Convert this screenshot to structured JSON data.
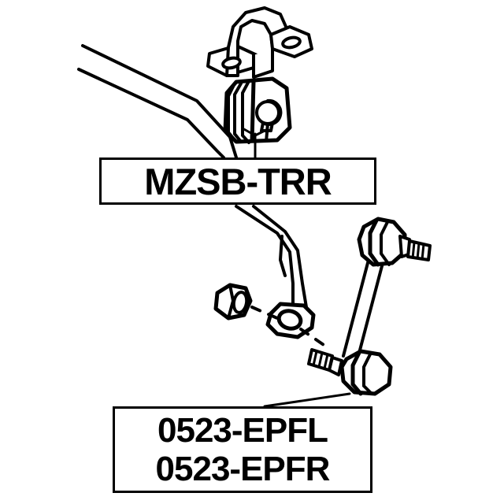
{
  "diagram": {
    "title": "Stabilizer bar bushing and link parts diagram",
    "background_color": "#ffffff",
    "line_color": "#000000",
    "labels": {
      "bushing": {
        "part_number": "MZSB-TRR",
        "describes": "stabilizer-bar-bushing"
      },
      "link": {
        "part_number_left": "0523-EPFL",
        "part_number_right": "0523-EPFR",
        "describes": "stabilizer-link-assembly"
      }
    },
    "components": [
      {
        "name": "mounting-bracket",
        "description": "U-shaped stabilizer bar clamp bracket with two bolt-hole flanges"
      },
      {
        "name": "stabilizer-bar-bushing",
        "description": "Rubber bushing block with central bore and split slot"
      },
      {
        "name": "stabilizer-bar",
        "description": "Anti-roll bar entering from upper left, bending down to a flattened end eye"
      },
      {
        "name": "hex-nut",
        "description": "Hexagonal fastening nut"
      },
      {
        "name": "stabilizer-link",
        "description": "Drop link rod with ball joints at both ends and threaded studs"
      },
      {
        "name": "upper-ball-joint",
        "description": "Ball joint housing with threaded stud at top of link"
      },
      {
        "name": "lower-ball-joint",
        "description": "Ball joint housing with threaded stud at bottom of link"
      }
    ]
  }
}
